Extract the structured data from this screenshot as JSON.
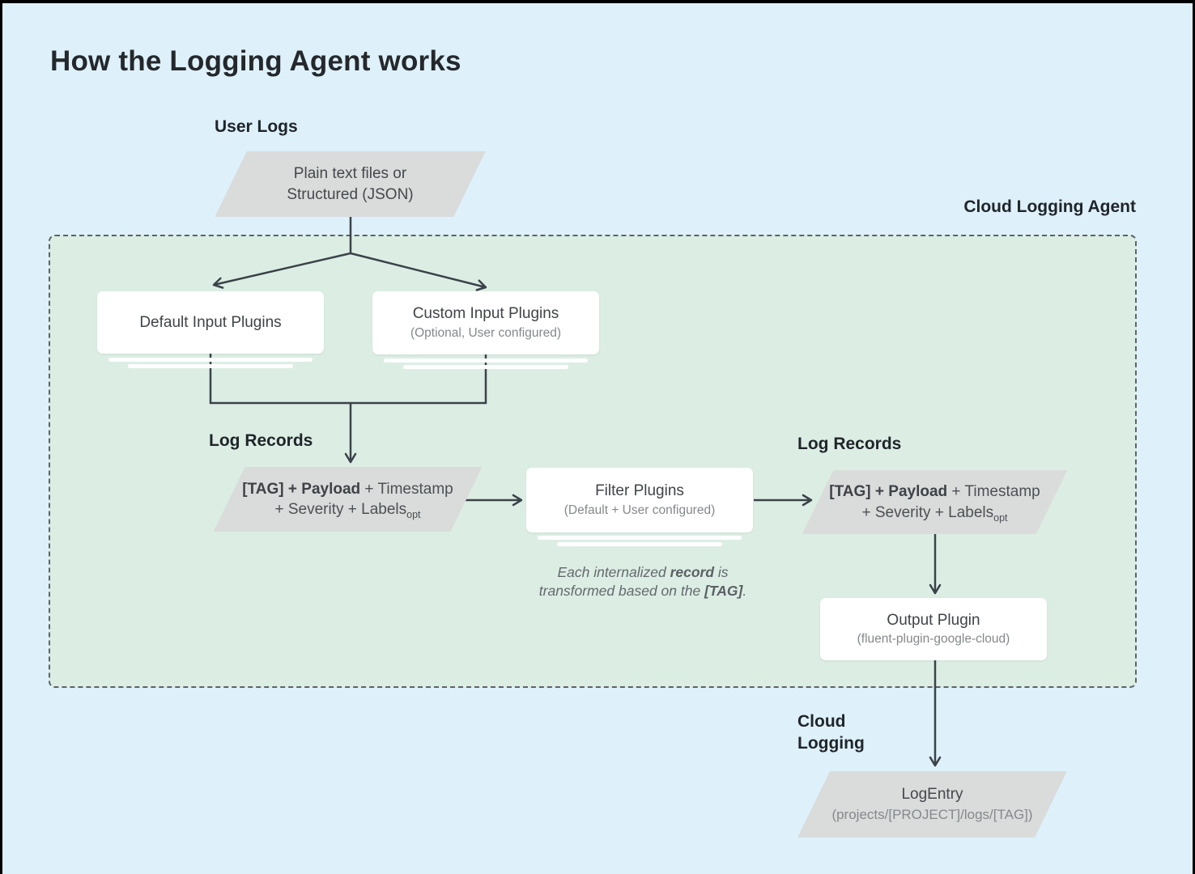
{
  "title": "How the Logging Agent works",
  "labels": {
    "user_logs": "User Logs",
    "cloud_logging_agent": "Cloud Logging Agent",
    "log_records_left": "Log Records",
    "log_records_right": "Log Records",
    "cloud_logging": "Cloud\nLogging"
  },
  "nodes": {
    "user_input": {
      "line1": "Plain text files or",
      "line2": "Structured (JSON)"
    },
    "default_input": {
      "title": "Default Input Plugins"
    },
    "custom_input": {
      "title": "Custom Input Plugins",
      "subtitle": "(Optional, User configured)"
    },
    "filter_plugins": {
      "title": "Filter Plugins",
      "subtitle": "(Default + User configured)"
    },
    "output_plugin": {
      "title": "Output Plugin",
      "subtitle": "(fluent-plugin-google-cloud)"
    },
    "log_entry": {
      "title": "LogEntry",
      "subtitle": "(projects/[PROJECT]/logs/[TAG])"
    },
    "log_record_left": {
      "bold": "[TAG] + Payload",
      "normal": " + Timestamp",
      "line2": "+ Severity + Labels",
      "subscript": "opt"
    },
    "log_record_right": {
      "bold": "[TAG] + Payload",
      "normal": " + Timestamp",
      "line2": "+ Severity + Labels",
      "subscript": "opt"
    }
  },
  "note": {
    "l1a": "Each internalized ",
    "l1b": "record",
    "l1c": " is",
    "l2a": "transformed based on the ",
    "l2b": "[TAG]",
    "l2c": "."
  },
  "colors": {
    "canvas_bg": "#def1fb",
    "agent_region_bg": "#dceee4",
    "node_bg": "#ffffff",
    "parallelogram_bg": "#dadbdb",
    "connector": "#3a4248",
    "dashed_border": "#5d6267"
  }
}
